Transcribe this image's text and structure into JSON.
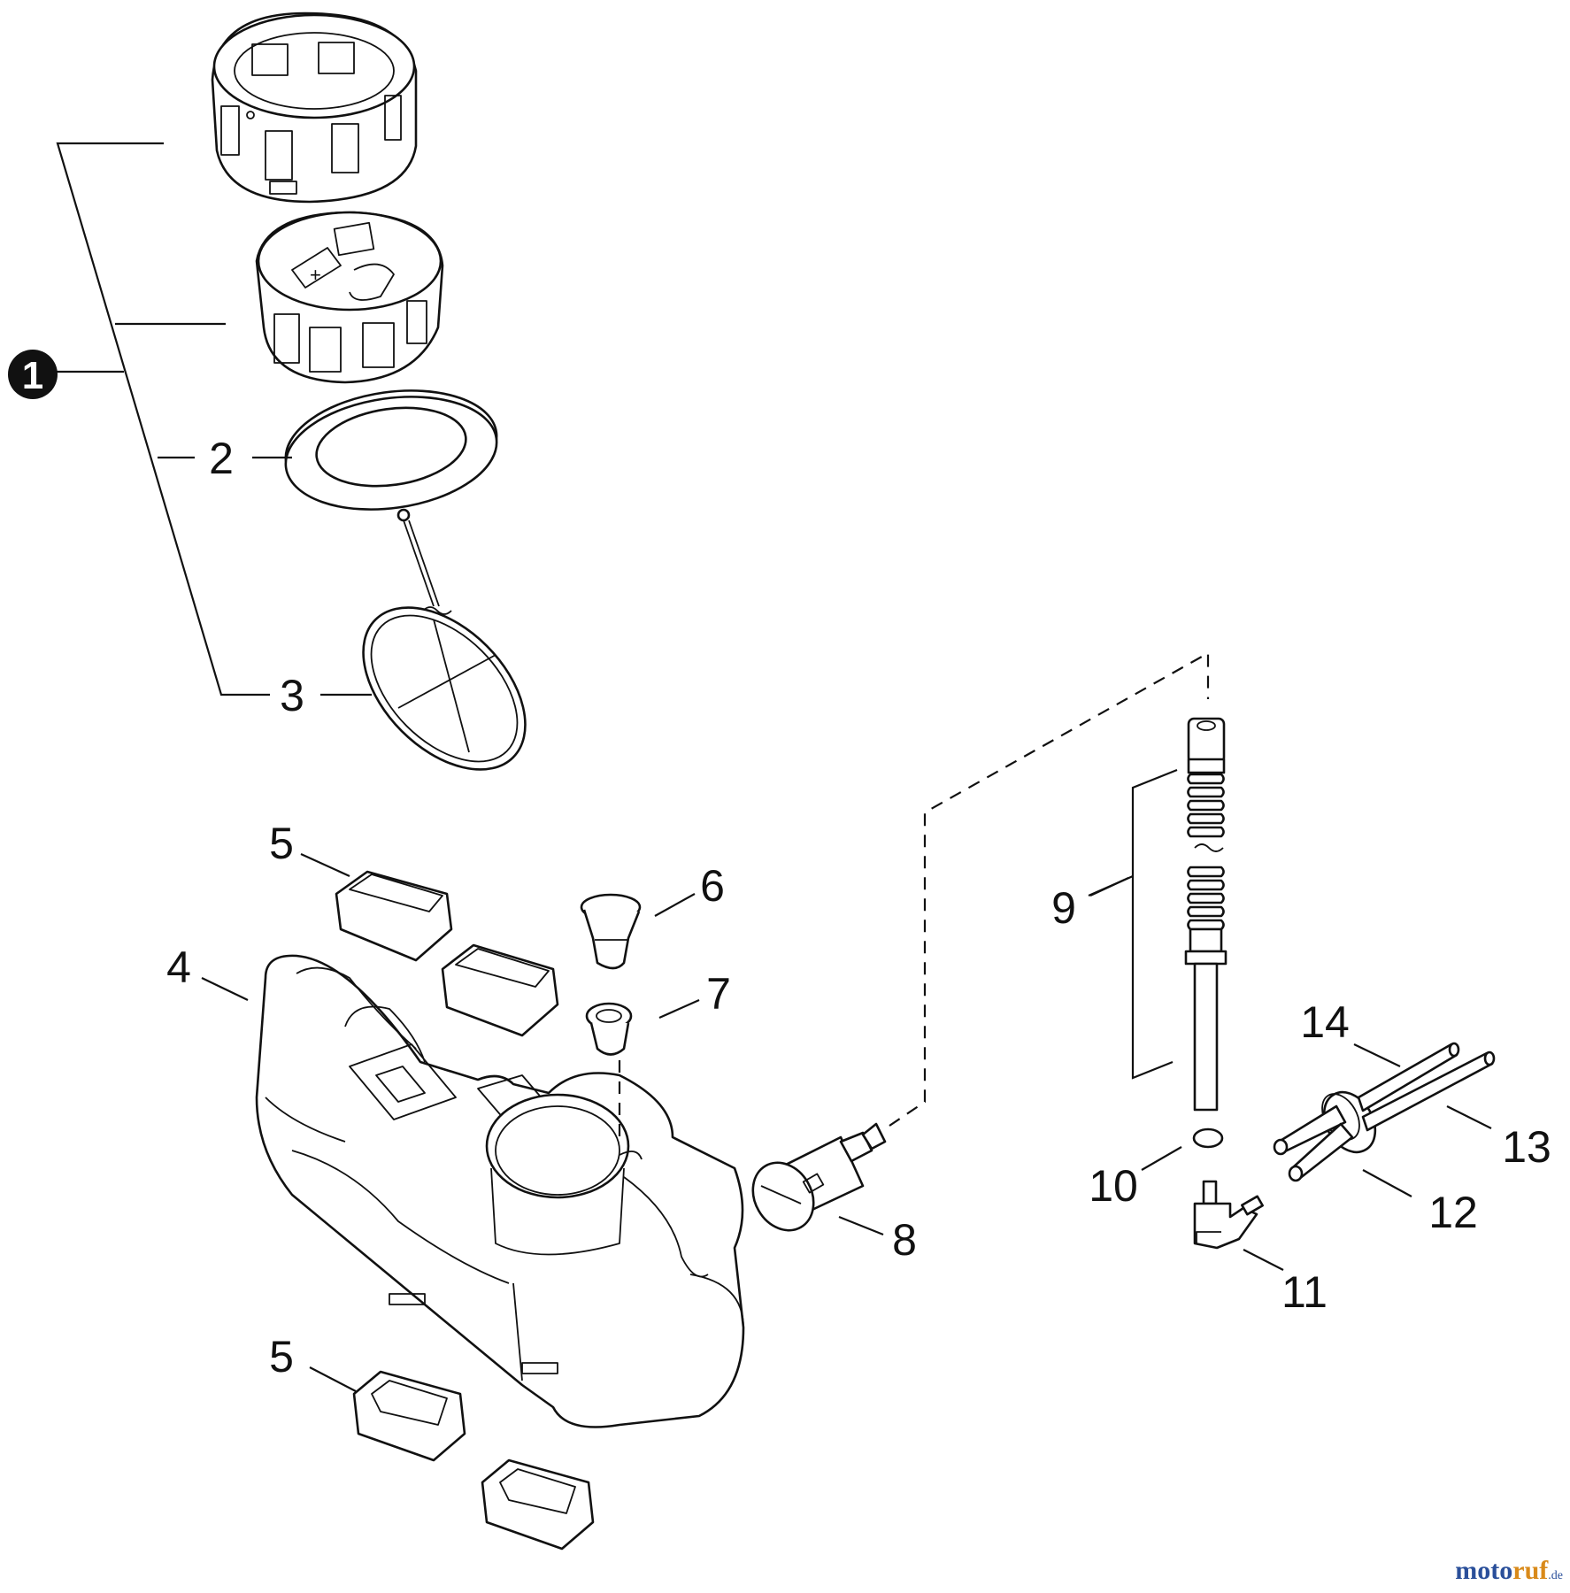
{
  "callouts": {
    "c1": "1",
    "c2": "2",
    "c3": "3",
    "c4": "4",
    "c5a": "5",
    "c5b": "5",
    "c6": "6",
    "c7": "7",
    "c8": "8",
    "c9": "9",
    "c10": "10",
    "c11": "11",
    "c12": "12",
    "c13": "13",
    "c14": "14"
  },
  "watermark": {
    "part1": "moto",
    "part2": "ruf",
    "part3": ".de"
  },
  "colors": {
    "ink": "#111111",
    "watermark_blue": "#2a4f9a",
    "watermark_orange": "#d98a1a"
  }
}
